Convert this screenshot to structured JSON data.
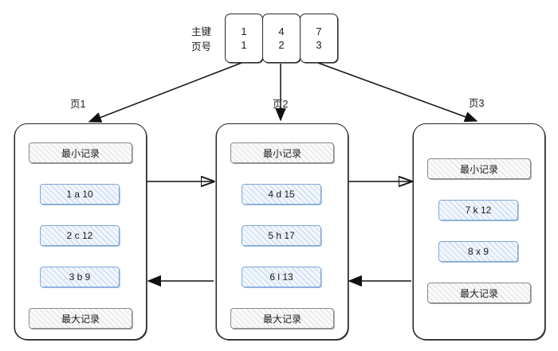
{
  "diagram": {
    "title_labels": {
      "primary_key": "主键",
      "page_number": "页号"
    },
    "index_node": {
      "cells": [
        {
          "key": "1",
          "page": "1"
        },
        {
          "key": "4",
          "page": "2"
        },
        {
          "key": "7",
          "page": "3"
        }
      ]
    },
    "pages": [
      {
        "label": "页1",
        "records": [
          {
            "text": "最小记录",
            "kind": "gray"
          },
          {
            "text": "1 a 10",
            "kind": "blue"
          },
          {
            "text": "2 c 12",
            "kind": "blue"
          },
          {
            "text": "3 b 9",
            "kind": "blue"
          },
          {
            "text": "最大记录",
            "kind": "gray"
          }
        ]
      },
      {
        "label": "页2",
        "records": [
          {
            "text": "最小记录",
            "kind": "gray"
          },
          {
            "text": "4 d 15",
            "kind": "blue"
          },
          {
            "text": "5 h 17",
            "kind": "blue"
          },
          {
            "text": "6 l 13",
            "kind": "blue"
          },
          {
            "text": "最大记录",
            "kind": "gray"
          }
        ]
      },
      {
        "label": "页3",
        "records": [
          {
            "text": "最小记录",
            "kind": "gray"
          },
          {
            "text": "7 k 12",
            "kind": "blue"
          },
          {
            "text": "8 x 9",
            "kind": "blue"
          },
          {
            "text": "最大记录",
            "kind": "gray"
          }
        ]
      }
    ],
    "colors": {
      "record_blue_border": "#7ea6d8",
      "record_gray_border": "#8a8a8a",
      "page_border": "#262626",
      "arrow": "#111111"
    }
  }
}
